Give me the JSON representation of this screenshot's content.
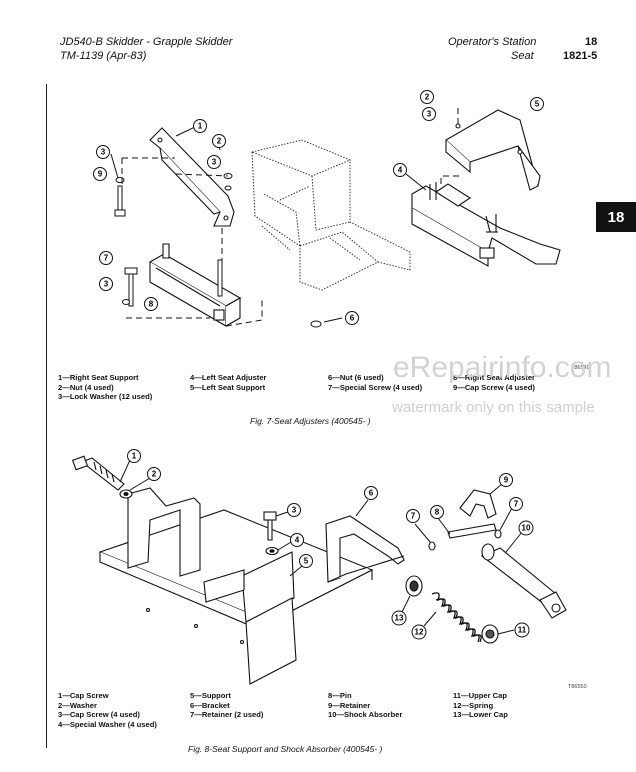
{
  "header": {
    "manual_title": "JD540-B Skidder - Grapple Skidder",
    "manual_code": "TM-1139  (Apr-83)",
    "section": "Operator's Station",
    "subsection": "Seat",
    "section_number": "18",
    "page_number": "1821-5"
  },
  "tab_label": "18",
  "fig7": {
    "legend": [
      [
        "1—Right Seat Support",
        "2—Nut (4 used)",
        "3—Lock Washer (12 used)"
      ],
      [
        "4—Left Seat Adjuster",
        "5—Left Seat Support"
      ],
      [
        "6—Nut (6 used)",
        "7—Special Screw (4 used)"
      ],
      [
        "8—Right Seat Adjuster",
        "9—Cap Screw (4 used)"
      ]
    ],
    "caption": "Fig. 7-Seat Adjusters (400545-          )",
    "code": "T86549"
  },
  "fig8": {
    "legend": [
      [
        "1—Cap Screw",
        "2—Washer",
        "3—Cap Screw (4 used)",
        "4—Special Washer (4 used)"
      ],
      [
        "5—Support",
        "6—Bracket",
        "7—Retainer (2 used)"
      ],
      [
        "8—Pin",
        "9—Retainer",
        "10—Shock Absorber"
      ],
      [
        "11—Upper Cap",
        "12—Spring",
        "13—Lower Cap"
      ]
    ],
    "caption": "Fig. 8-Seat Support and Shock Absorber (400545-          )",
    "code": "T86550"
  },
  "watermark": {
    "site": "eRepairinfo.com",
    "note": "watermark only on this sample"
  }
}
